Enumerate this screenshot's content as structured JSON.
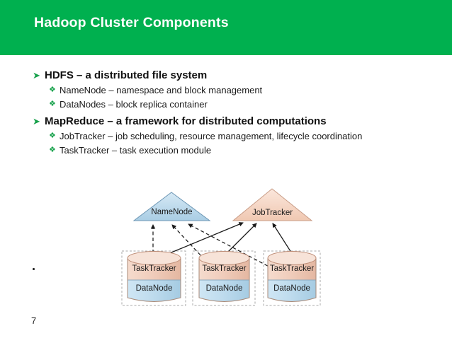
{
  "slide": {
    "title": "Hadoop Cluster Components",
    "page_number": "7",
    "accent_green": "#00b04f",
    "bullet_green": "#17a14b"
  },
  "content": {
    "bullets": [
      {
        "level": 1,
        "marker": "arrow-bullet-icon",
        "marker_glyph": "➤",
        "text": "HDFS – a distributed file system"
      },
      {
        "level": 2,
        "marker": "diamond-bullet-icon",
        "marker_glyph": "❖",
        "text": "NameNode – namespace and block management"
      },
      {
        "level": 2,
        "marker": "diamond-bullet-icon",
        "marker_glyph": "❖",
        "text": "DataNodes – block replica container"
      },
      {
        "level": 1,
        "marker": "arrow-bullet-icon",
        "marker_glyph": "➤",
        "text": "MapReduce – a framework for distributed computations"
      },
      {
        "level": 2,
        "marker": "diamond-bullet-icon",
        "marker_glyph": "❖",
        "text": "JobTracker – job scheduling, resource management, lifecycle coordination"
      },
      {
        "level": 2,
        "marker": "diamond-bullet-icon",
        "marker_glyph": "❖",
        "text": "TaskTracker – task execution module"
      }
    ]
  },
  "diagram": {
    "masters": [
      {
        "id": "namenode",
        "label": "NameNode",
        "shape": "triangle",
        "fill": "#bcd9ec",
        "stroke": "#6c96b4"
      },
      {
        "id": "jobtracker",
        "label": "JobTracker",
        "shape": "triangle",
        "fill": "#f6d8c8",
        "stroke": "#c89c86"
      }
    ],
    "workers": [
      {
        "id": "node-1",
        "top_label": "TaskTracker",
        "bottom_label": "DataNode"
      },
      {
        "id": "node-2",
        "top_label": "TaskTracker",
        "bottom_label": "DataNode"
      },
      {
        "id": "node-3",
        "top_label": "TaskTracker",
        "bottom_label": "DataNode"
      }
    ],
    "worker_style": {
      "top_fill": "#f0cdbc",
      "top_stroke": "#bf8f79",
      "bottom_fill": "#bfdcee",
      "bottom_stroke": "#7ba4be",
      "box_stroke": "#a8a8a8"
    },
    "connections": [
      {
        "from": "node-1-datanode",
        "to": "namenode",
        "style": "dashed"
      },
      {
        "from": "node-2-datanode",
        "to": "namenode",
        "style": "dashed"
      },
      {
        "from": "node-3-datanode",
        "to": "namenode",
        "style": "dashed"
      },
      {
        "from": "node-1-tasktracker",
        "to": "jobtracker",
        "style": "solid"
      },
      {
        "from": "node-2-tasktracker",
        "to": "jobtracker",
        "style": "solid"
      },
      {
        "from": "node-3-tasktracker",
        "to": "jobtracker",
        "style": "solid"
      }
    ]
  }
}
